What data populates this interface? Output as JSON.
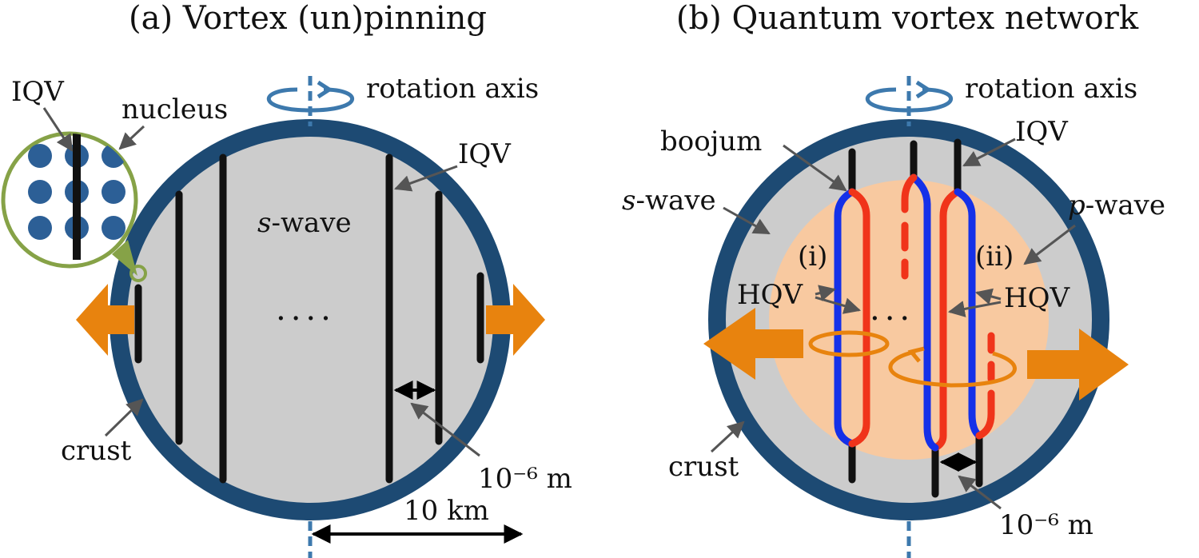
{
  "panel_a": {
    "title": "(a) Vortex (un)pinning",
    "rotation_axis": "rotation axis",
    "iqv_left": "IQV",
    "nucleus": "nucleus",
    "iqv_right": "IQV",
    "s_wave_symbol": "s",
    "s_wave_suffix": "-wave",
    "dots": "....",
    "crust": "crust",
    "length_small": "10⁻⁶ m",
    "length_large": "10 km"
  },
  "panel_b": {
    "title": "(b) Quantum vortex network",
    "rotation_axis": "rotation axis",
    "boojum": "boojum",
    "iqv": "IQV",
    "s_wave_symbol": "s",
    "s_wave_suffix": "-wave",
    "p_wave_symbol": "p",
    "p_wave_suffix": "-wave",
    "label_i": "(i)",
    "label_ii": "(ii)",
    "hqv_left": "HQV",
    "hqv_right": "HQV",
    "dots": "...",
    "crust": "crust",
    "length_small": "10⁻⁶ m"
  },
  "colors": {
    "crust": "#1d4a73",
    "interior": "#cccccc",
    "p_wave": "#f8c9a0",
    "vortex": "#111111",
    "hqv_blue": "#1530e8",
    "hqv_red": "#f0341a",
    "arrow_orange": "#e8830e",
    "axis_blue": "#3d79ad",
    "inset_green": "#86a247",
    "nucleus_blue": "#2c5f96"
  }
}
